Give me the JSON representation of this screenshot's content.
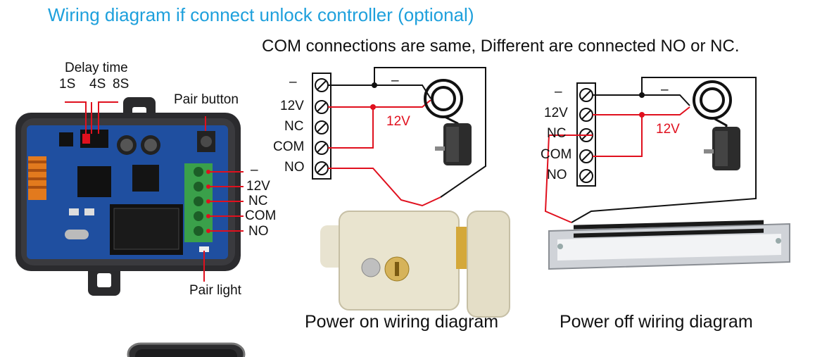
{
  "title": "Wiring diagram if connect unlock controller (optional)",
  "subtitle": "COM connections are same, Different are connected NO or NC.",
  "controller": {
    "delay_label": "Delay time",
    "delay_options": [
      "1S",
      "4S",
      "8S"
    ],
    "pair_button_label": "Pair button",
    "pair_light_label": "Pair light",
    "terminals": [
      "–",
      "12V",
      "NC",
      "COM",
      "NO"
    ]
  },
  "power_on": {
    "terminals": [
      "–",
      "12V",
      "NC",
      "COM",
      "NO"
    ],
    "neg_label": "–",
    "pos_label": "12V",
    "caption": "Power on wiring diagram"
  },
  "power_off": {
    "terminals": [
      "–",
      "12V",
      "NC",
      "COM",
      "NO"
    ],
    "neg_label": "–",
    "pos_label": "12V",
    "caption": "Power off wiring diagram"
  },
  "colors": {
    "title": "#1ea0dc",
    "wire_red": "#e0101e",
    "wire_black": "#111111",
    "board_blue": "#1f4fa0",
    "terminal_green": "#3aa04a"
  }
}
